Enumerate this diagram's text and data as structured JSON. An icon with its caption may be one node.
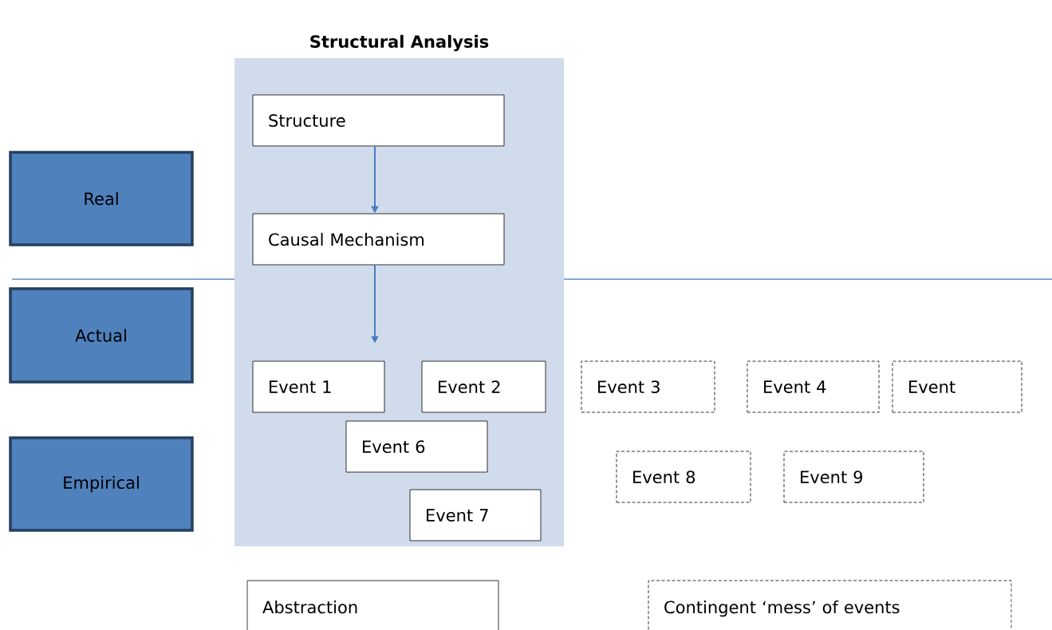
{
  "diagram": {
    "nodes": [
      {
        "text": [
          "Real"
        ]
      },
      {
        "text": [
          "Actual"
        ]
      },
      {
        "text": [
          "Empirical"
        ]
      },
      {
        "text": [
          "Structural Analysis"
        ]
      },
      {
        "text": [
          "Structure"
        ],
        "in": 3
      },
      {
        "text": [
          "Causal Mechanism"
        ],
        "in": 3
      },
      {
        "text": [
          "Event 1"
        ],
        "in": 3
      },
      {
        "text": [
          "Event 2"
        ],
        "in": 3
      },
      {
        "text": [
          "Event 6"
        ],
        "in": 3
      },
      {
        "text": [
          "Event 7"
        ],
        "in": 3
      },
      {
        "text": [
          "Event 3"
        ]
      },
      {
        "text": [
          "Event 4"
        ]
      },
      {
        "text": [
          "Event"
        ]
      },
      {
        "text": [
          "Event 8"
        ]
      },
      {
        "text": [
          "Event 9"
        ]
      },
      {
        "text": [
          "Abstraction"
        ]
      },
      {
        "text": [
          "Contingent ‘mess’ of events"
        ]
      }
    ],
    "edges": [
      {
        "from": 4,
        "to": 5,
        "arrow": "to"
      },
      {
        "from": 5,
        "to": null,
        "arrow": "to"
      }
    ]
  }
}
